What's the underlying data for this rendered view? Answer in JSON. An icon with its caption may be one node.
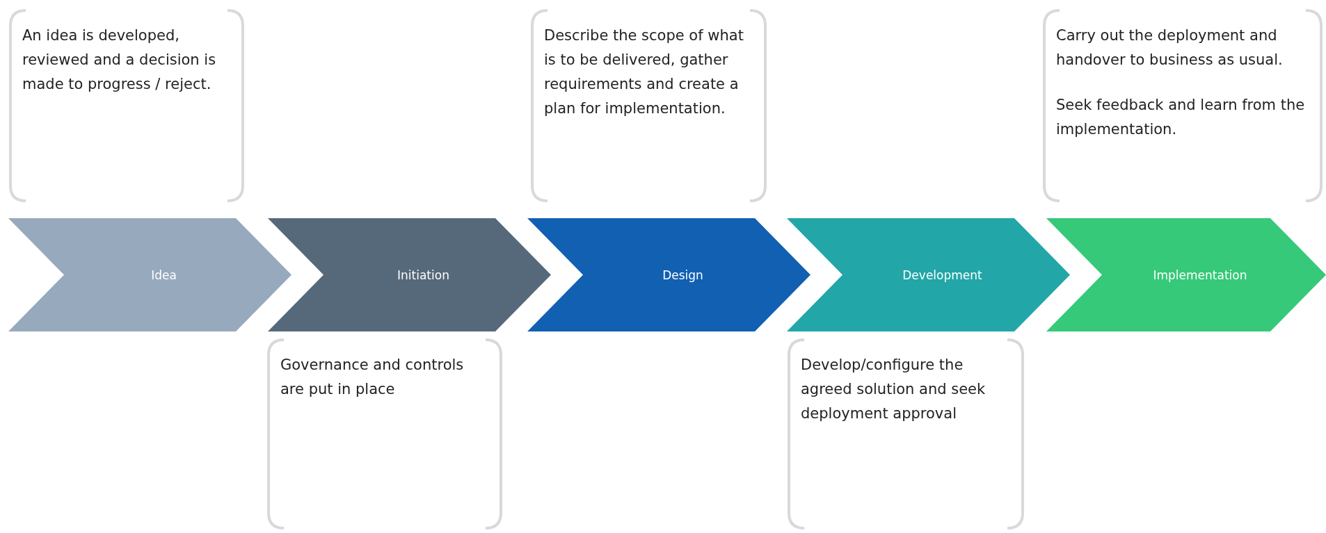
{
  "diagram": {
    "nodes": [
      {
        "text": [
          "An idea is developed, reviewed and a decision is made to progress / reject."
        ]
      },
      {
        "text": [
          "Describe the scope of what is to be delivered, gather requirements and create a plan for implementation."
        ]
      },
      {
        "text": [
          "Carry out the deployment and handover to business as usual.",
          "Seek feedback and learn from the implementation."
        ]
      },
      {
        "text": [
          "Idea"
        ]
      },
      {
        "text": [
          "Initiation"
        ]
      },
      {
        "text": [
          "Design"
        ]
      },
      {
        "text": [
          "Development"
        ]
      },
      {
        "text": [
          "Implementation"
        ]
      },
      {
        "text": [
          "Governance and controls are put in place"
        ]
      },
      {
        "text": [
          "Develop/configure the agreed solution and seek deployment approval"
        ]
      }
    ],
    "edges": []
  }
}
